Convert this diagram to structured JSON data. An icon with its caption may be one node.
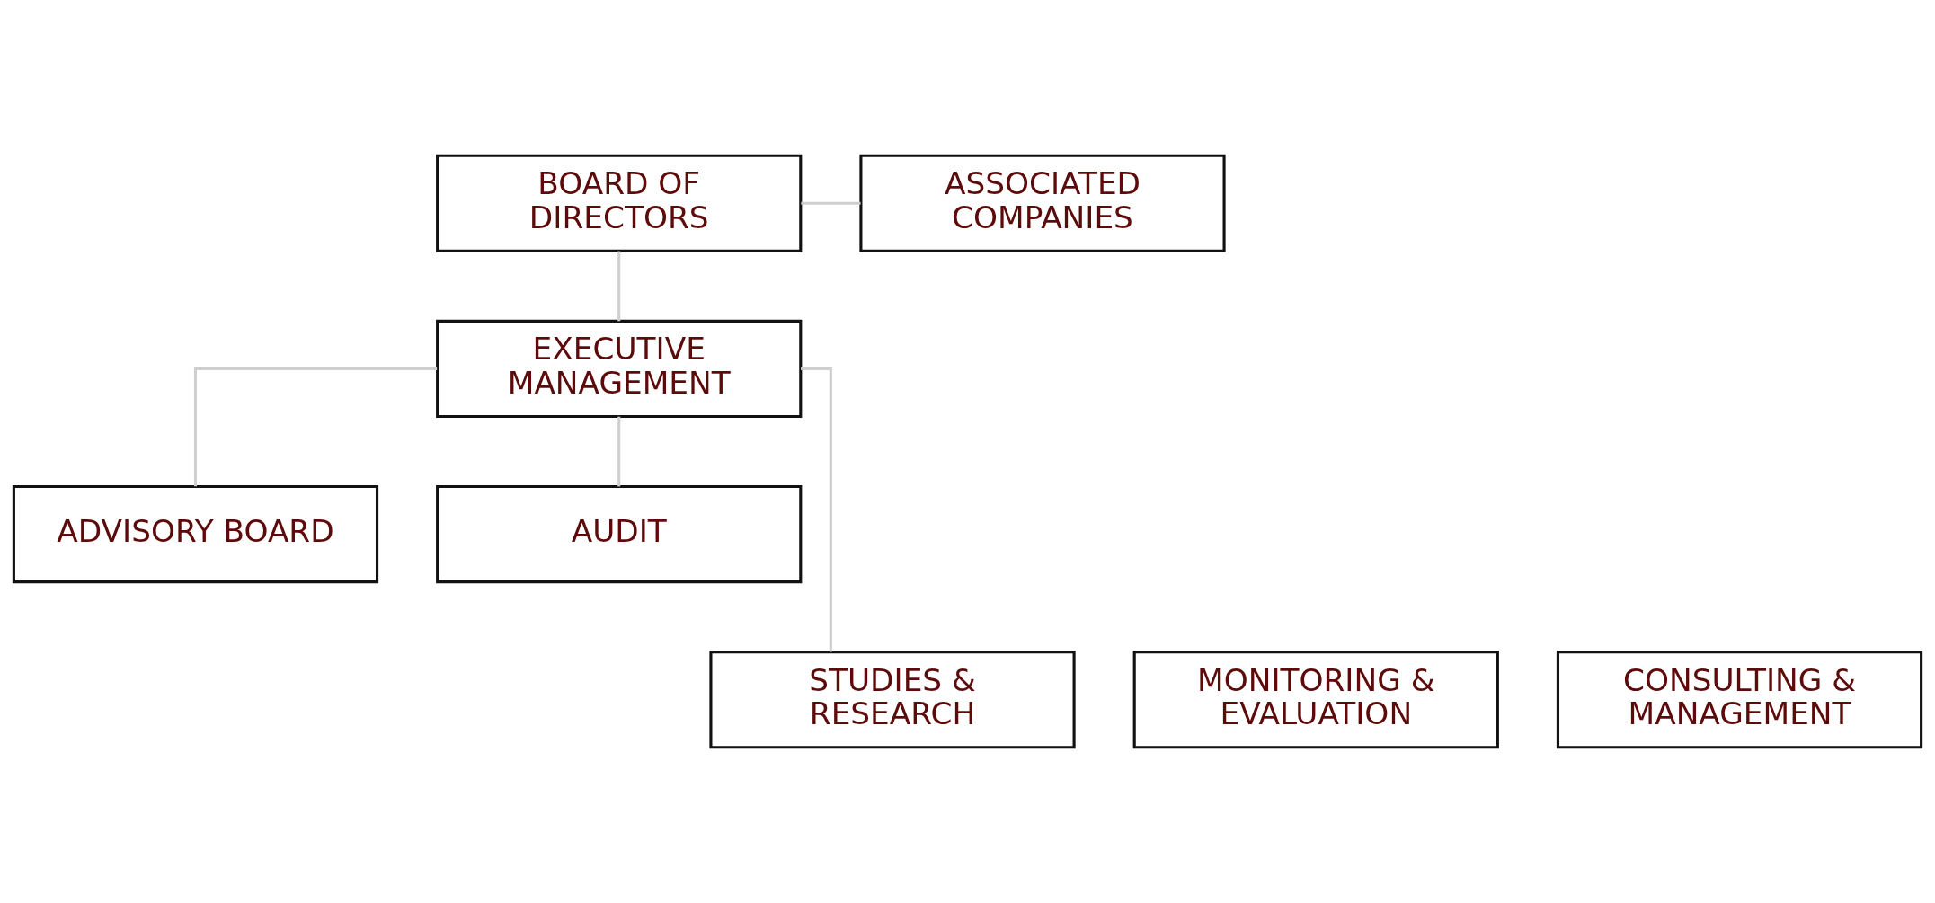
{
  "diagram": {
    "nodes": [
      {
        "text": [
          "BOARD OF DIRECTORS"
        ]
      },
      {
        "text": [
          "ASSOCIATED COMPANIES"
        ]
      },
      {
        "text": [
          "EXECUTIVE MANAGEMENT"
        ]
      },
      {
        "text": [
          "ADVISORY BOARD"
        ]
      },
      {
        "text": [
          "AUDIT"
        ]
      },
      {
        "text": [
          "MONITORING & EVALUATION"
        ]
      },
      {
        "text": [
          "STUDIES & RESEARCH"
        ]
      },
      {
        "text": [
          "CONSULTING & MANAGEMENT"
        ]
      }
    ],
    "edges": [
      {
        "from": 0,
        "to": 1,
        "arrow": "none"
      },
      {
        "from": 0,
        "to": 2,
        "arrow": "none"
      },
      {
        "from": 2,
        "to": 3,
        "arrow": "none"
      },
      {
        "from": 2,
        "to": 4,
        "arrow": "none"
      },
      {
        "from": 2,
        "to": 6,
        "arrow": "none"
      }
    ]
  }
}
